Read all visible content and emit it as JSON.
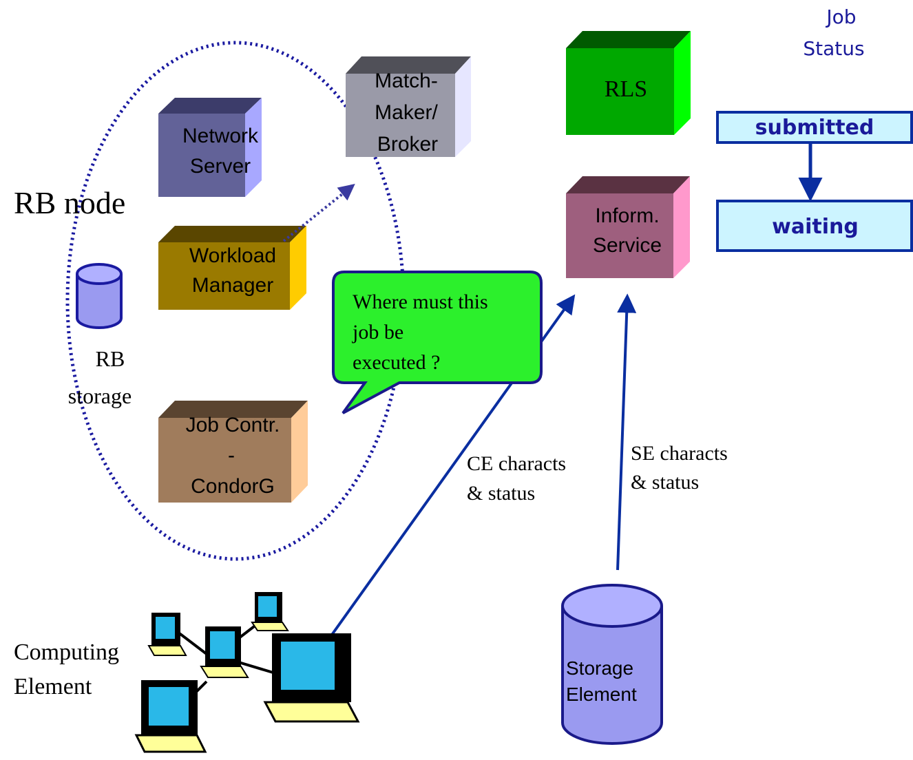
{
  "rb_node": {
    "title": "RB node",
    "network_server": {
      "line1": "Network",
      "line2": "Server"
    },
    "matchmaker": {
      "line1": "Match-",
      "line2": "Maker/",
      "line3": "Broker"
    },
    "workload_manager": {
      "line1": "Workload",
      "line2": "Manager"
    },
    "job_controller": {
      "line1": "Job Contr.",
      "line2": "-",
      "line3": "CondorG"
    },
    "rb_storage": {
      "line1": "RB",
      "line2": "storage"
    }
  },
  "rls": {
    "label": "RLS"
  },
  "information_service": {
    "line1": "Inform.",
    "line2": "Service"
  },
  "callout": {
    "line1": "Where must this",
    "line2": "job be",
    "line3": "executed ?"
  },
  "ce_link": {
    "line1": "CE characts",
    "line2": "& status"
  },
  "se_link": {
    "line1": "SE characts",
    "line2": "& status"
  },
  "computing_element": {
    "line1": "Computing",
    "line2": "Element"
  },
  "storage_element": {
    "line1": "Storage",
    "line2": "Element"
  },
  "job_status": {
    "heading_line1": "Job",
    "heading_line2": "Status",
    "states": [
      "submitted",
      "waiting"
    ]
  },
  "colors": {
    "network_server": "#626298",
    "matchmaker": "#9a9aa8",
    "workload_manager": "#9a7a00",
    "job_controller": "#a07c5c",
    "rls": "#00a800",
    "information_service": "#9e5f7e",
    "callout": "#2cf02c",
    "status_box": "#ccf4ff",
    "arrow_blue": "#0a2ea0",
    "storage_blue": "#9a9af0"
  }
}
